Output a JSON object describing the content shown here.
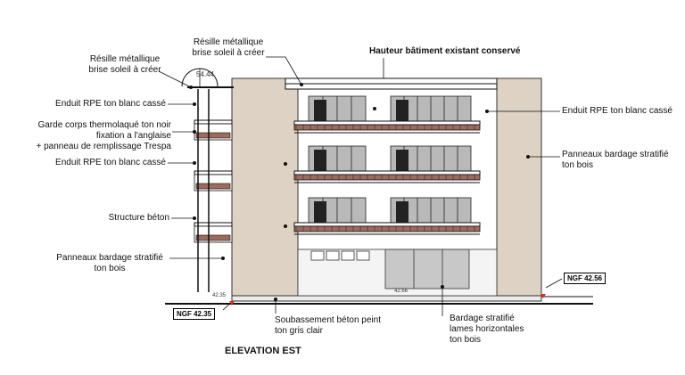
{
  "title": "ELEVATION EST",
  "header_note": "Hauteur bâtiment existant conservé",
  "labels": {
    "resille_left": "Résille métallique\nbrise soleil à créer",
    "resille_top": "Résille métallique\nbrise soleil à créer",
    "enduit_1": "Enduit RPE ton blanc cassé",
    "garde_corps_1": "Garde corps thermolaqué ton noir",
    "garde_corps_2": "fixation a l'anglaise",
    "garde_corps_3": "+ panneau de remplissage Trespa",
    "enduit_2": "Enduit RPE ton blanc cassé",
    "structure": "Structure béton",
    "panneaux_left": "Panneaux bardage stratifié\nton bois",
    "enduit_right": "Enduit RPE ton blanc cassé",
    "panneaux_right": "Panneaux bardage stratifié\nton bois",
    "soubassement": "Soubassement béton peint\nton gris clair",
    "bardage": "Bardage stratifié\nlames horizontales\nton bois"
  },
  "levels": {
    "ngf_left": "NGF 42.35",
    "ngf_right": "NGF 42.56",
    "dim_top": "54.44",
    "dim_small_left": "42.35",
    "dim_small_mid": "42.66"
  },
  "colors": {
    "wood_panel": "#ddd2c4",
    "plinth": "#ebebeb",
    "glass": "#b9b9b9",
    "railing": "#9c6b5e",
    "line": "#111111"
  }
}
